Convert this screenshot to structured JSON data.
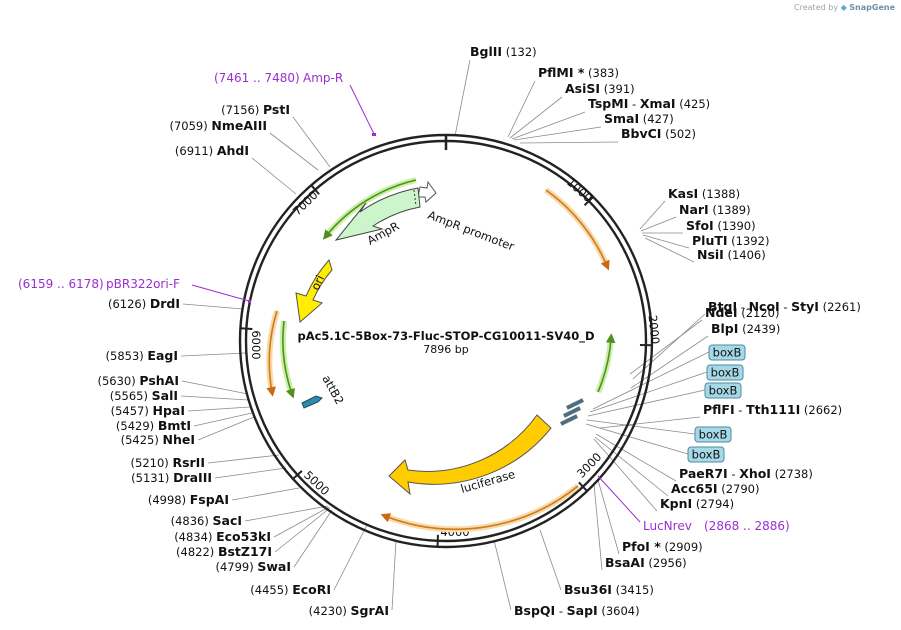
{
  "credit": {
    "prefix": "Created by",
    "brand": "SnapGene"
  },
  "plasmid": {
    "name": "pAc5.1C-5Box-73-Fluc-STOP-CG10011-SV40_D",
    "length": "7896 bp"
  },
  "ticks": [
    "1000",
    "2000",
    "3000",
    "4000",
    "5000",
    "6000",
    "7000"
  ],
  "enzymes": [
    {
      "name": "BglII",
      "pos": "(132)"
    },
    {
      "name": "PflMI *",
      "pos": "(383)"
    },
    {
      "name": "AsiSI",
      "pos": "(391)"
    },
    {
      "name": "TspMI",
      "name2": "XmaI",
      "pos": "(425)"
    },
    {
      "name": "SmaI",
      "pos": "(427)"
    },
    {
      "name": "BbvCI",
      "pos": "(502)"
    },
    {
      "name": "KasI",
      "pos": "(1388)"
    },
    {
      "name": "NarI",
      "pos": "(1389)"
    },
    {
      "name": "SfoI",
      "pos": "(1390)"
    },
    {
      "name": "PluTI",
      "pos": "(1392)"
    },
    {
      "name": "NsiI",
      "pos": "(1406)"
    },
    {
      "name": "NdeI",
      "pos": "(2120)"
    },
    {
      "name": "BtgI",
      "name2": "NcoI",
      "name3": "StyI",
      "pos": "(2261)"
    },
    {
      "name": "BlpI",
      "pos": "(2439)"
    },
    {
      "name": "PflFI",
      "name2": "Tth111I",
      "pos": "(2662)"
    },
    {
      "name": "PaeR7I",
      "name2": "XhoI",
      "pos": "(2738)"
    },
    {
      "name": "Acc65I",
      "pos": "(2790)"
    },
    {
      "name": "KpnI",
      "pos": "(2794)"
    },
    {
      "name": "PfoI *",
      "pos": "(2909)"
    },
    {
      "name": "BsaAI",
      "pos": "(2956)"
    },
    {
      "name": "Bsu36I",
      "pos": "(3415)"
    },
    {
      "name": "BspQI",
      "name2": "SapI",
      "pos": "(3604)"
    },
    {
      "name": "SgrAI",
      "pos": "(4230)"
    },
    {
      "name": "EcoRI",
      "pos": "(4455)"
    },
    {
      "name": "SwaI",
      "pos": "(4799)"
    },
    {
      "name": "BstZ17I",
      "pos": "(4822)"
    },
    {
      "name": "Eco53kI",
      "pos": "(4834)"
    },
    {
      "name": "SacI",
      "pos": "(4836)"
    },
    {
      "name": "FspAI",
      "pos": "(4998)"
    },
    {
      "name": "DraIII",
      "pos": "(5131)"
    },
    {
      "name": "RsrII",
      "pos": "(5210)"
    },
    {
      "name": "NheI",
      "pos": "(5425)"
    },
    {
      "name": "BmtI",
      "pos": "(5429)"
    },
    {
      "name": "HpaI",
      "pos": "(5457)"
    },
    {
      "name": "SalI",
      "pos": "(5565)"
    },
    {
      "name": "PshAI",
      "pos": "(5630)"
    },
    {
      "name": "EagI",
      "pos": "(5853)"
    },
    {
      "name": "DrdI",
      "pos": "(6126)"
    },
    {
      "name": "AhdI",
      "pos": "(6911)"
    },
    {
      "name": "NmeAIII",
      "pos": "(7059)"
    },
    {
      "name": "PstI",
      "pos": "(7156)"
    }
  ],
  "primers": [
    {
      "range": "(7461 .. 7480)",
      "name": "Amp-R"
    },
    {
      "range": "(6159 .. 6178)",
      "name": "pBR322ori-F"
    },
    {
      "range": "(2868 .. 2886)",
      "name": "LucNrev"
    }
  ],
  "features": {
    "ampr": "AmpR",
    "ampr_promoter": "AmpR promoter",
    "ori": "ori",
    "luciferase": "luciferase",
    "attb2": "attB2",
    "boxes": [
      "boxB",
      "boxB",
      "boxB",
      "boxB",
      "boxB"
    ]
  },
  "colors": {
    "backbone": "#222222",
    "ampr": "#ccf5cc",
    "ori": "#ffee00",
    "luciferase": "#ffcc00",
    "primer": "#9a2fd0",
    "orange_arc": "#e79a2a",
    "green_arc": "#7bd13a",
    "boxB": "#a6d9e8",
    "attb2": "#2d8aa8"
  }
}
